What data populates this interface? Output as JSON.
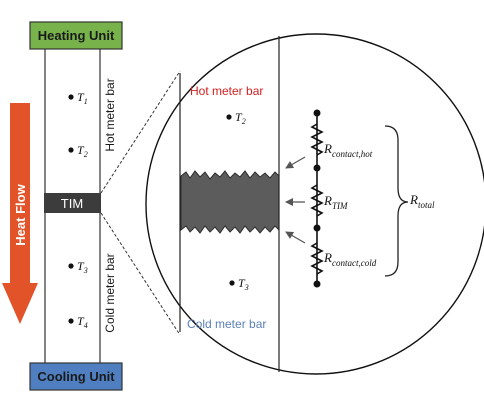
{
  "heating_unit": {
    "label": "Heating Unit",
    "color": "#77b34a"
  },
  "cooling_unit": {
    "label": "Cooling Unit",
    "color": "#4f7fc0"
  },
  "heat_flow": {
    "label": "Heat Flow",
    "color": "#e2532a"
  },
  "tim": {
    "label": "TIM"
  },
  "left_column": {
    "hot_bar_label": "Hot meter bar",
    "cold_bar_label": "Cold meter bar",
    "sensors": [
      {
        "name": "T",
        "sub": "1"
      },
      {
        "name": "T",
        "sub": "2"
      },
      {
        "name": "T",
        "sub": "3"
      },
      {
        "name": "T",
        "sub": "4"
      }
    ]
  },
  "zoom": {
    "hot_label": "Hot meter bar",
    "hot_color": "#d42020",
    "cold_label": "Cold meter bar",
    "cold_color": "#5a7fb8",
    "sensors": [
      {
        "name": "T",
        "sub": "2"
      },
      {
        "name": "T",
        "sub": "3"
      }
    ],
    "resistors": [
      {
        "name": "R",
        "sub": "contact,hot"
      },
      {
        "name": "R",
        "sub": "TIM"
      },
      {
        "name": "R",
        "sub": "contact,cold"
      }
    ],
    "total": {
      "name": "R",
      "sub": "total"
    }
  }
}
